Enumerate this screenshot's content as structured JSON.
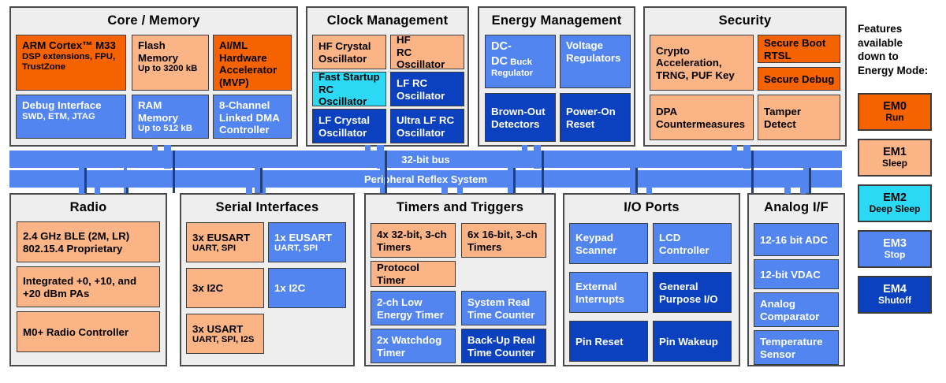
{
  "diagram": {
    "bus_top_label": "32-bit bus",
    "bus_bottom_label": "Peripheral Reflex System"
  },
  "sections": {
    "core_memory": {
      "title": "Core / Memory",
      "blocks": [
        {
          "line1": "ARM Cortex™ M33",
          "line2": "DSP extensions, FPU,",
          "line3": "TrustZone",
          "em": "em0"
        },
        {
          "line1": "Flash",
          "line2": "Memory",
          "line3": "Up to 3200 kB",
          "em": "em1"
        },
        {
          "line1": "AI/ML",
          "line2": "Hardware",
          "line3": "Accelerator",
          "line4": "(MVP)",
          "em": "em0"
        },
        {
          "line1": "Debug Interface",
          "line2": "SWD, ETM, JTAG",
          "em": "em3"
        },
        {
          "line1": "RAM Memory",
          "line2": "Up to 512 kB",
          "em": "em3"
        },
        {
          "line1": "8-Channel",
          "line2": "Linked DMA",
          "line3": "Controller",
          "em": "em3"
        }
      ]
    },
    "clock_management": {
      "title": "Clock Management",
      "blocks": [
        {
          "line1": "HF Crystal",
          "line2": "Oscillator",
          "em": "em1"
        },
        {
          "line1": "HF",
          "line2": "RC Oscillator",
          "em": "em1"
        },
        {
          "line1": "Fast Startup",
          "line2": "RC Oscillator",
          "em": "em2"
        },
        {
          "line1": "LF RC",
          "line2": "Oscillator",
          "em": "em4"
        },
        {
          "line1": "LF Crystal",
          "line2": "Oscillator",
          "em": "em4"
        },
        {
          "line1": "Ultra LF RC",
          "line2": "Oscillator",
          "em": "em4"
        }
      ]
    },
    "energy_management": {
      "title": "Energy Management",
      "blocks": [
        {
          "line1": "DC-DC",
          "line1b": "Buck",
          "line2": "Regulator",
          "em": "em3"
        },
        {
          "line1": "Voltage",
          "line2": "Regulators",
          "em": "em3"
        },
        {
          "line1": "Brown-Out",
          "line2": "Detectors",
          "em": "em4"
        },
        {
          "line1": "Power-On",
          "line2": "Reset",
          "em": "em4"
        }
      ]
    },
    "security": {
      "title": "Security",
      "blocks": [
        {
          "line1": "Crypto",
          "line2": "Acceleration,",
          "line3": "TRNG, PUF Key",
          "em": "em1"
        },
        {
          "line1": "Secure Boot",
          "line2": "RTSL",
          "em": "em0"
        },
        {
          "line1": "Secure Debug",
          "em": "em0"
        },
        {
          "line1": "DPA",
          "line2": "Countermeasures",
          "em": "em1"
        },
        {
          "line1": "Tamper Detect",
          "em": "em1"
        }
      ]
    },
    "radio": {
      "title": "Radio",
      "blocks": [
        {
          "line1": "2.4 GHz BLE (2M, LR)",
          "line2": "802.15.4 Proprietary",
          "em": "em1"
        },
        {
          "line1": "Integrated +0,  +10, and",
          "line2": "+20 dBm PAs",
          "em": "em1"
        },
        {
          "line1": "M0+ Radio Controller",
          "em": "em1"
        }
      ]
    },
    "serial_interfaces": {
      "title": "Serial Interfaces",
      "blocks": [
        {
          "line1": "3x EUSART",
          "line2": "UART, SPI",
          "em": "em1"
        },
        {
          "line1": "1x EUSART",
          "line2": "UART, SPI",
          "em": "em3"
        },
        {
          "line1": "3x I2C",
          "em": "em1"
        },
        {
          "line1": "1x I2C",
          "em": "em3"
        },
        {
          "line1": "3x USART",
          "line2": "UART, SPI, I2S",
          "em": "em1"
        }
      ]
    },
    "timers_triggers": {
      "title": "Timers and Triggers",
      "blocks": [
        {
          "line1": "4x 32-bit, 3-ch",
          "line2": "Timers",
          "em": "em1"
        },
        {
          "line1": "6x 16-bit, 3-ch",
          "line2": "Timers",
          "em": "em1"
        },
        {
          "line1": "Protocol Timer",
          "em": "em1"
        },
        {
          "line1": "2-ch Low",
          "line2": "Energy Timer",
          "em": "em3"
        },
        {
          "line1": "System Real",
          "line2": "Time Counter",
          "em": "em3"
        },
        {
          "line1": "2x Watchdog",
          "line2": "Timer",
          "em": "em3"
        },
        {
          "line1": "Back-Up Real",
          "line2": "Time Counter",
          "em": "em4"
        }
      ]
    },
    "io_ports": {
      "title": "I/O Ports",
      "blocks": [
        {
          "line1": "Keypad",
          "line2": "Scanner",
          "em": "em3"
        },
        {
          "line1": "LCD",
          "line2": "Controller",
          "em": "em3"
        },
        {
          "line1": "External",
          "line2": "Interrupts",
          "em": "em3"
        },
        {
          "line1": "General",
          "line2": "Purpose I/O",
          "em": "em4"
        },
        {
          "line1": "Pin Reset",
          "em": "em4"
        },
        {
          "line1": "Pin Wakeup",
          "em": "em4"
        }
      ]
    },
    "analog_if": {
      "title": "Analog I/F",
      "blocks": [
        {
          "line1": "12-16 bit ADC",
          "em": "em3"
        },
        {
          "line1": "12-bit VDAC",
          "em": "em3"
        },
        {
          "line1": "Analog",
          "line2": "Comparator",
          "em": "em3"
        },
        {
          "line1": "Temperature",
          "line2": "Sensor",
          "em": "em3"
        }
      ]
    }
  },
  "legend": {
    "caption": "Features\navailable\ndown to\nEnergy Mode:",
    "caption_lines": [
      "Features",
      "available",
      "down to",
      "Energy Mode:"
    ],
    "modes": [
      {
        "name": "EM0",
        "desc": "Run",
        "color": "#f56200",
        "em": "em0"
      },
      {
        "name": "EM1",
        "desc": "Sleep",
        "color": "#fab485",
        "em": "em1"
      },
      {
        "name": "EM2",
        "desc": "Deep Sleep",
        "color": "#2bd9f5",
        "em": "em2"
      },
      {
        "name": "EM3",
        "desc": "Stop",
        "color": "#5285f0",
        "em": "em3"
      },
      {
        "name": "EM4",
        "desc": "Shutoff",
        "color": "#0b40be",
        "em": "em4"
      }
    ]
  }
}
